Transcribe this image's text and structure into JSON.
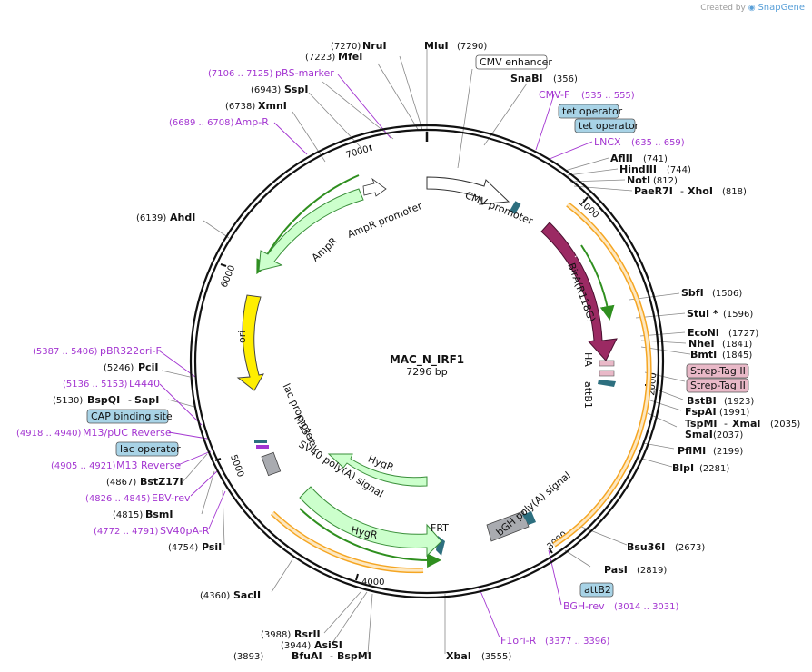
{
  "watermark": {
    "text": "Created by",
    "brand": "SnapGene"
  },
  "plasmid": {
    "name": "MAC_N_IRF1",
    "length": "7296 bp"
  },
  "ticks": [
    "1000",
    "2000",
    "3000",
    "4000",
    "5000",
    "6000",
    "7000"
  ],
  "sites": [
    {
      "name": "MluI",
      "pos": "(7290)"
    },
    {
      "name": "NruI",
      "pos": "(7270)"
    },
    {
      "name": "MfeI",
      "pos": "(7223)"
    },
    {
      "name": "SspI",
      "pos": "(6943)"
    },
    {
      "name": "XmnI",
      "pos": "(6738)"
    },
    {
      "name": "AhdI",
      "pos": "(6139)"
    },
    {
      "name": "PciI",
      "pos": "(5246)"
    },
    {
      "name": "BspQI",
      "pos": "(5130)",
      "extra": "SapI"
    },
    {
      "name": "BstZ17I",
      "pos": "(4867)"
    },
    {
      "name": "BsmI",
      "pos": "(4815)"
    },
    {
      "name": "PsiI",
      "pos": "(4754)"
    },
    {
      "name": "SacII",
      "pos": "(4360)"
    },
    {
      "name": "RsrII",
      "pos": "(3988)"
    },
    {
      "name": "AsiSI",
      "pos": "(3944)"
    },
    {
      "name": "BfuAI",
      "pos": "(3893)",
      "extra": "BspMI"
    },
    {
      "name": "XbaI",
      "pos": "(3555)"
    },
    {
      "name": "PasI",
      "pos": "(2819)"
    },
    {
      "name": "Bsu36I",
      "pos": "(2673)"
    },
    {
      "name": "BlpI",
      "pos": "(2281)"
    },
    {
      "name": "PflMI",
      "pos": "(2199)"
    },
    {
      "name": "SmaI",
      "pos": "(2037)"
    },
    {
      "name": "TspMI",
      "pos": "(2035)",
      "extra": "XmaI"
    },
    {
      "name": "FspAI",
      "pos": "(1991)"
    },
    {
      "name": "BstBI",
      "pos": "(1923)"
    },
    {
      "name": "BmtI",
      "pos": "(1845)"
    },
    {
      "name": "NheI",
      "pos": "(1841)"
    },
    {
      "name": "EcoNI",
      "pos": "(1727)"
    },
    {
      "name": "StuI *",
      "pos": "(1596)"
    },
    {
      "name": "SbfI",
      "pos": "(1506)"
    },
    {
      "name": "PaeR7I",
      "pos": "(818)",
      "extra": "XhoI"
    },
    {
      "name": "NotI",
      "pos": "(812)"
    },
    {
      "name": "HindIII",
      "pos": "(744)"
    },
    {
      "name": "AflII",
      "pos": "(741)"
    },
    {
      "name": "SnaBI",
      "pos": "(356)"
    }
  ],
  "primers": [
    {
      "name": "pRS-marker",
      "pos": "(7106 .. 7125)"
    },
    {
      "name": "Amp-R",
      "pos": "(6689 .. 6708)"
    },
    {
      "name": "CMV-F",
      "pos": "(535 .. 555)"
    },
    {
      "name": "LNCX",
      "pos": "(635 .. 659)"
    },
    {
      "name": "pBR322ori-F",
      "pos": "(5387 .. 5406)"
    },
    {
      "name": "L4440",
      "pos": "(5136 .. 5153)"
    },
    {
      "name": "M13/pUC Reverse",
      "pos": "(4918 .. 4940)"
    },
    {
      "name": "M13 Reverse",
      "pos": "(4905 .. 4921)"
    },
    {
      "name": "EBV-rev",
      "pos": "(4826 .. 4845)"
    },
    {
      "name": "SV40pA-R",
      "pos": "(4772 .. 4791)"
    },
    {
      "name": "BGH-rev",
      "pos": "(3014 .. 3031)"
    },
    {
      "name": "F1ori-R",
      "pos": "(3377 .. 3396)"
    }
  ],
  "boxed": [
    {
      "label": "CMV enhancer",
      "style": "white"
    },
    {
      "label": "tet operator",
      "style": "blue"
    },
    {
      "label": "tet operator",
      "style": "blue"
    },
    {
      "label": "CAP binding site",
      "style": "blue"
    },
    {
      "label": "lac operator",
      "style": "blue"
    },
    {
      "label": "attB2",
      "style": "blue"
    },
    {
      "label": "Strep-Tag II",
      "style": "pink"
    },
    {
      "label": "Strep-Tag II",
      "style": "pink"
    }
  ],
  "features": [
    "CMV promoter",
    "BirA(R118G)",
    "HA",
    "attB1",
    "bGH poly(A) signal",
    "FRT",
    "HygR",
    "HygR",
    "SV40 poly(A) signal",
    "M13 rev",
    "lac promoter",
    "ori",
    "AmpR",
    "AmpR promoter"
  ],
  "colors": {
    "backbone": "#111111",
    "primer": "#a335d1",
    "amp": "#ccffcc",
    "ampEdge": "#3a8f3a",
    "cmv": "#ffffff",
    "bira": "#9b2a63",
    "ori": "#ffee00",
    "orange": "#f5a623",
    "blueBox": "#a8d3e6",
    "pinkBox": "#e9b9c8",
    "green": "#2f8f1f"
  }
}
